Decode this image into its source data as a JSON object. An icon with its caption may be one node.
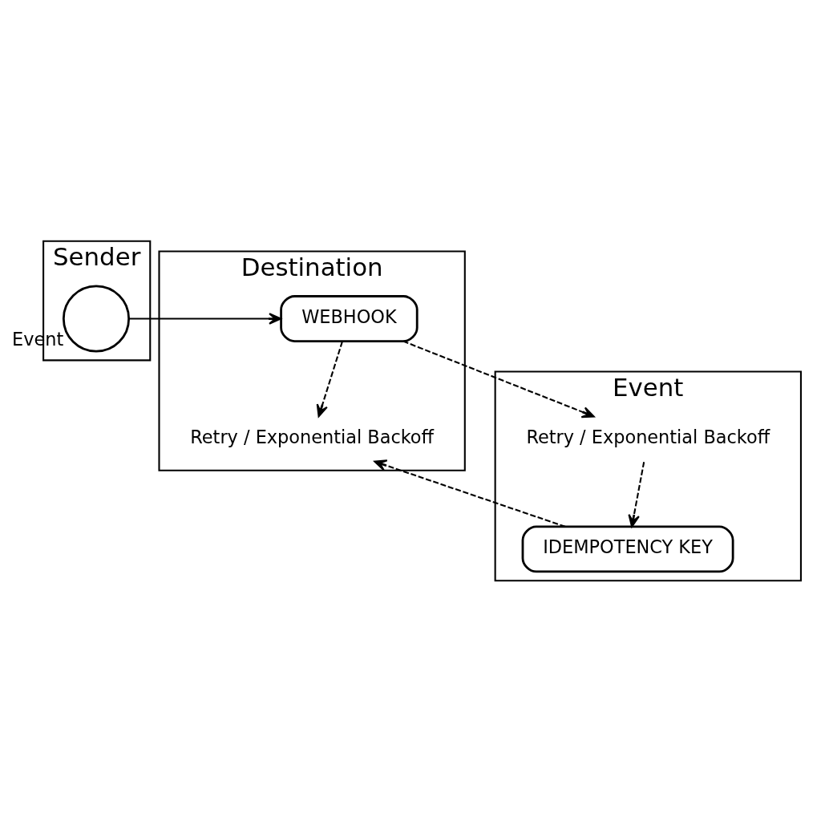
{
  "diagram": {
    "nodes": [
      {
        "text": [
          "Sender"
        ]
      },
      {
        "text": [
          "Destination"
        ]
      },
      {
        "text": [
          "Event"
        ]
      },
      {
        "text": [],
        "shape": "circle",
        "in": 0,
        "beside": [
          "Event"
        ]
      },
      {
        "text": [
          "WEBHOOK"
        ],
        "in": 1
      },
      {
        "text": [
          "Retry / Exponential Backoff"
        ],
        "in": 2
      },
      {
        "text": [
          "IDEMPOTENCY KEY"
        ],
        "in": 2
      },
      {
        "text": [
          "Retry / Exponential Backoff"
        ],
        "in": 1
      }
    ],
    "edges": [
      {
        "from": 3,
        "to": 4,
        "arrow": "to"
      },
      {
        "from": 4,
        "to": 5,
        "arrow": "to",
        "style": "dashed"
      },
      {
        "from": 5,
        "to": 6,
        "arrow": "to",
        "style": "dashed"
      },
      {
        "from": 4,
        "to": 7,
        "arrow": "to",
        "style": "dashed"
      },
      {
        "from": 6,
        "to": 7,
        "arrow": "to",
        "style": "dashed"
      }
    ]
  }
}
